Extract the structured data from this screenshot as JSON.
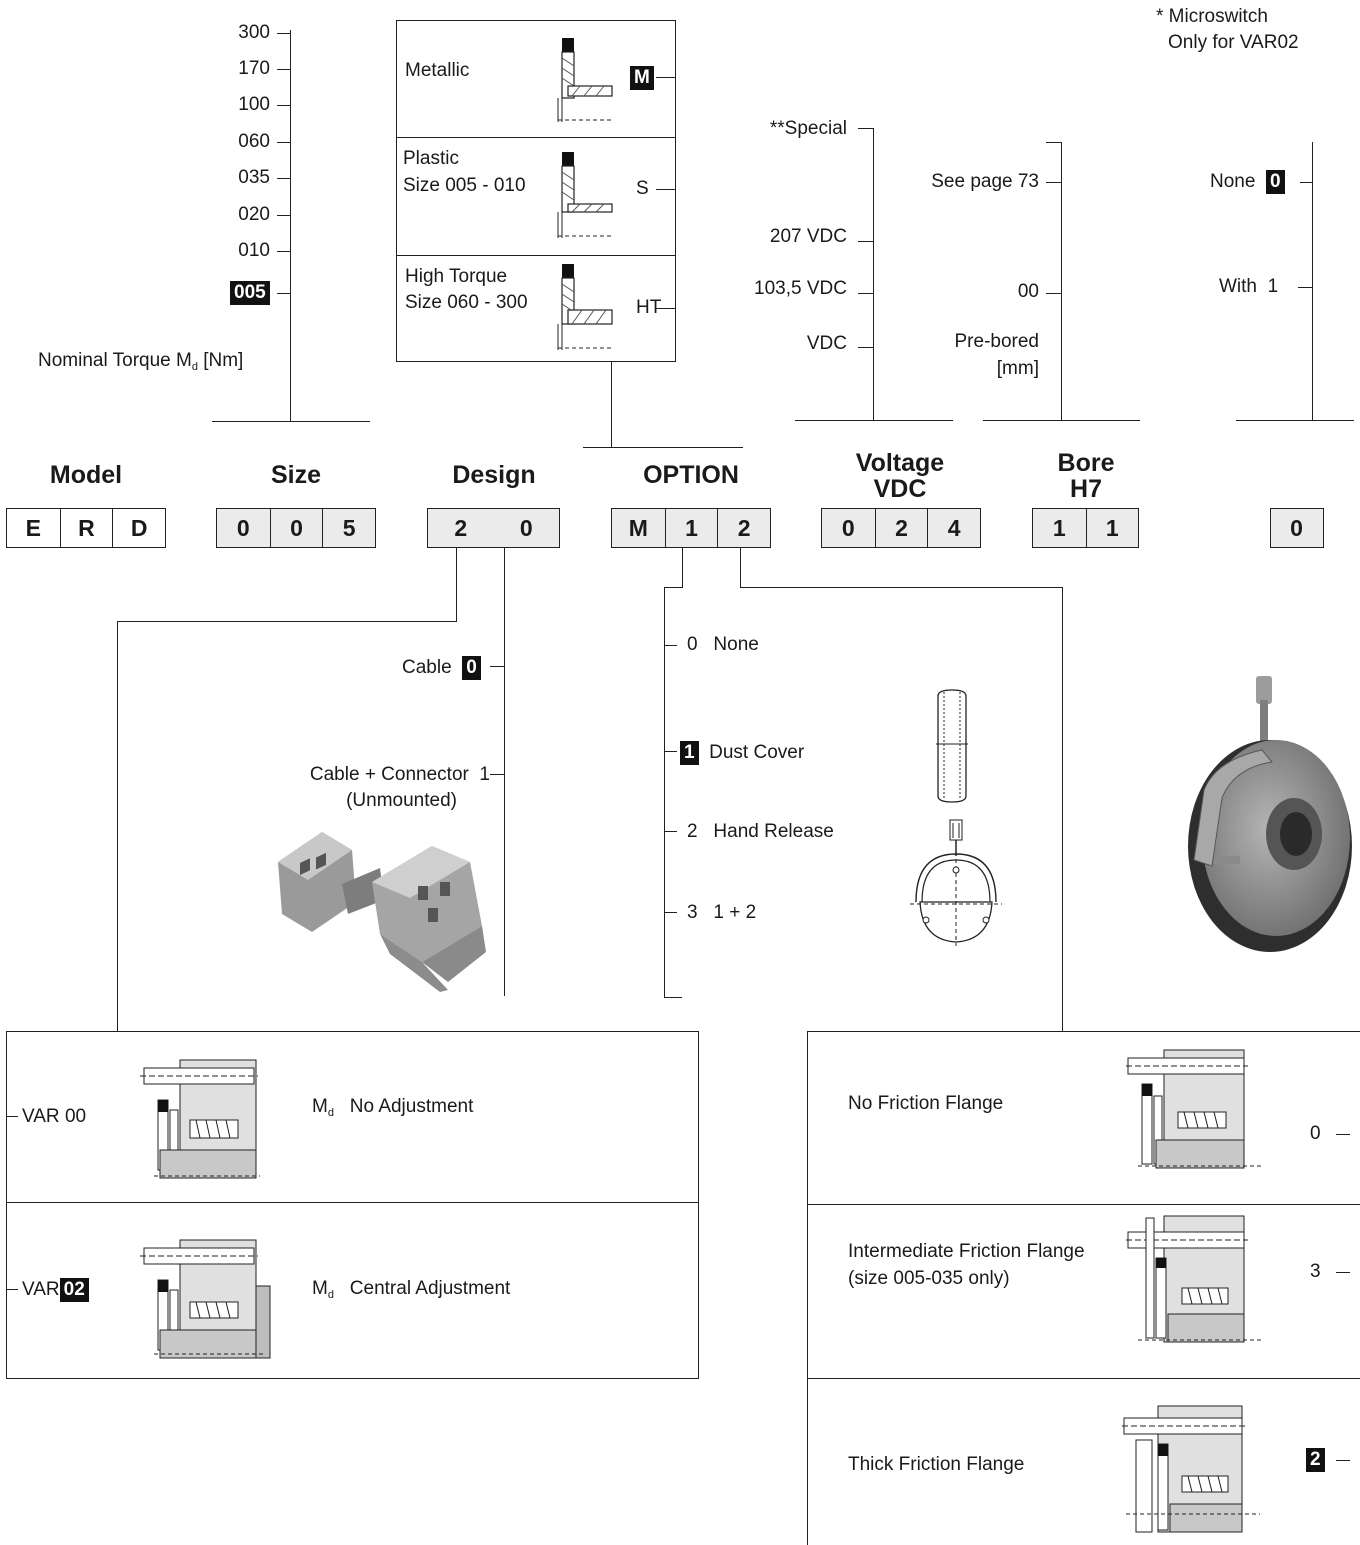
{
  "torque": {
    "values": [
      "300",
      "170",
      "100",
      "060",
      "035",
      "020",
      "010"
    ],
    "selected": "005",
    "caption_main": "Nominal Torque M",
    "caption_sub": "d",
    "caption_unit": "[Nm]"
  },
  "design_types": [
    {
      "label_line1": "Metallic",
      "label_line2": "",
      "code": "M"
    },
    {
      "label_line1": "Plastic",
      "label_line2": "Size 005 - 010",
      "code": "S"
    },
    {
      "label_line1": "High Torque",
      "label_line2": "Size 060 - 300",
      "code": "HT"
    }
  ],
  "voltage": {
    "special": "**Special",
    "v207": "207 VDC",
    "v103": "103,5 VDC",
    "vdc": "VDC"
  },
  "bore": {
    "see_page": "See page 73",
    "zero": "00",
    "prebored_line1": "Pre-bored",
    "prebored_line2": "[mm]"
  },
  "microswitch": {
    "note_line1": "* Microswitch",
    "note_line2": "Only for VAR02",
    "none_label": "None",
    "none_code": "0",
    "with_label": "With",
    "with_code": "1"
  },
  "headers": {
    "model": "Model",
    "size": "Size",
    "design": "Design",
    "option": "OPTION",
    "voltage_line1": "Voltage",
    "voltage_line2": "VDC",
    "bore_line1": "Bore",
    "bore_line2": "H7"
  },
  "code_boxes": {
    "model": [
      "E",
      "R",
      "D"
    ],
    "size": [
      "0",
      "0",
      "5"
    ],
    "design": [
      "2",
      "0"
    ],
    "option": [
      "M",
      "1",
      "2"
    ],
    "voltage": [
      "0",
      "2",
      "4"
    ],
    "bore": [
      "1",
      "1"
    ],
    "switch": [
      "0"
    ]
  },
  "cable": {
    "cable_label": "Cable",
    "cable_code": "0",
    "connector_label": "Cable + Connector",
    "connector_code": "1",
    "unmounted": "(Unmounted)"
  },
  "options": [
    {
      "code": "0",
      "label": "None",
      "selected": false
    },
    {
      "code": "1",
      "label": "Dust Cover",
      "selected": true
    },
    {
      "code": "2",
      "label": "Hand Release",
      "selected": false
    },
    {
      "code": "3",
      "label": "1 + 2",
      "selected": false
    }
  ],
  "variants": [
    {
      "prefix": "VAR",
      "code": "00",
      "selected": false,
      "md_main": "M",
      "md_sub": "d",
      "desc": "No Adjustment"
    },
    {
      "prefix": "VAR",
      "code": "02",
      "selected": true,
      "md_main": "M",
      "md_sub": "d",
      "desc": "Central Adjustment"
    }
  ],
  "flanges": [
    {
      "label_line1": "No Friction Flange",
      "label_line2": "",
      "code": "0",
      "selected": false
    },
    {
      "label_line1": "Intermediate Friction Flange",
      "label_line2": "(size 005-035 only)",
      "code": "3",
      "selected": false
    },
    {
      "label_line1": "Thick Friction Flange",
      "label_line2": "",
      "code": "2",
      "selected": true
    }
  ],
  "colors": {
    "ink": "#1a1a1a",
    "code_fill": "#ebebeb",
    "highlight": "#111111"
  }
}
